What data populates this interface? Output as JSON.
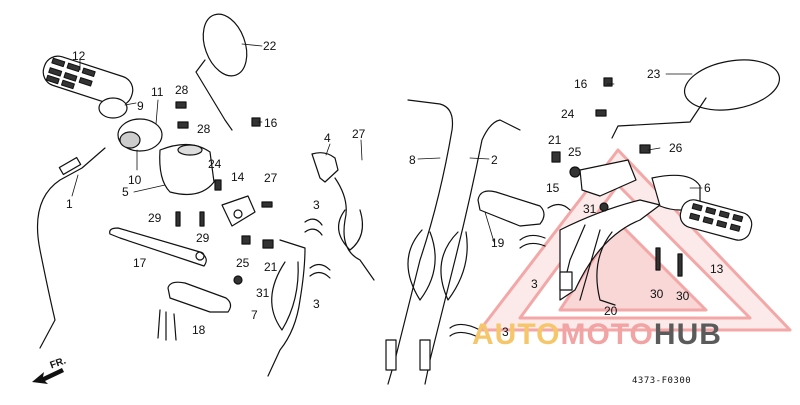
{
  "diagram": {
    "drawing_code": "4373-F0300",
    "direction_label": "FR.",
    "watermark": {
      "part1": "AUTO",
      "part2": "MOTO",
      "part3": "HUB"
    },
    "callouts": {
      "c1": "1",
      "c2": "2",
      "c3a": "3",
      "c3b": "3",
      "c3c": "3",
      "c3d": "3",
      "c4": "4",
      "c5": "5",
      "c6": "6",
      "c7": "7",
      "c8": "8",
      "c9": "9",
      "c10": "10",
      "c11": "11",
      "c12": "12",
      "c13": "13",
      "c14": "14",
      "c15": "15",
      "c16a": "16",
      "c16b": "16",
      "c17": "17",
      "c18": "18",
      "c19": "19",
      "c20": "20",
      "c21a": "21",
      "c21b": "21",
      "c22": "22",
      "c23": "23",
      "c24a": "24",
      "c24b": "24",
      "c25a": "25",
      "c25b": "25",
      "c26": "26",
      "c27a": "27",
      "c27b": "27",
      "c28a": "28",
      "c28b": "28",
      "c29a": "29",
      "c29b": "29",
      "c30a": "30",
      "c30b": "30",
      "c31a": "31",
      "c31b": "31"
    }
  }
}
